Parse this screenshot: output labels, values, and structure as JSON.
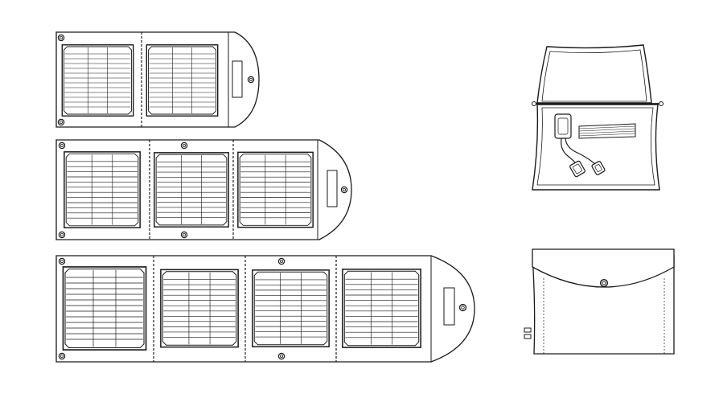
{
  "figure": {
    "colors": {
      "stroke": "#1a1a1a",
      "background": "#ffffff",
      "panel_fill": "#ffffff"
    },
    "chargers": [
      {
        "id": "two-panel",
        "panels": 2
      },
      {
        "id": "three-panel",
        "panels": 3
      },
      {
        "id": "four-panel",
        "panels": 4
      }
    ],
    "side_views": [
      {
        "id": "open-pouch",
        "contents": [
          "usb-controller",
          "cable",
          "connectors",
          "elastic-strap"
        ]
      },
      {
        "id": "closed-pouch",
        "features": [
          "flap",
          "snap-button",
          "side-tabs"
        ]
      }
    ]
  }
}
